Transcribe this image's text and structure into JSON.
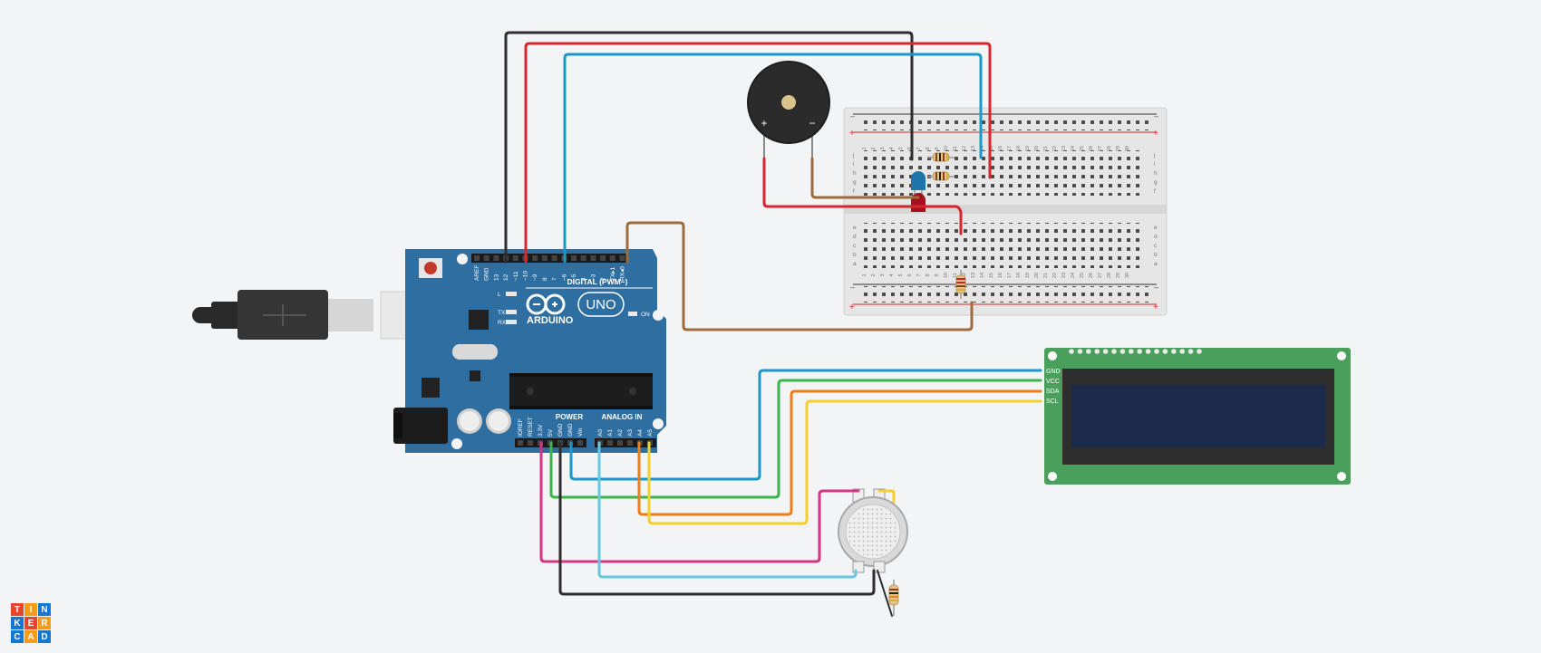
{
  "arduino": {
    "brand": "ARDUINO",
    "model": "UNO",
    "digital_title": "DIGITAL (PWM~)",
    "power_title": "POWER",
    "analog_title": "ANALOG IN",
    "pins_top": [
      "AREF",
      "GND",
      "13",
      "12",
      "~11",
      "~10",
      "~9",
      "8",
      "7",
      "~6",
      "~5",
      "4",
      "~3",
      "2",
      "TX▸1",
      "RX◂0"
    ],
    "pins_power": [
      "IOREF",
      "RESET",
      "3.3V",
      "5V",
      "GND",
      "GND",
      "Vin"
    ],
    "pins_analog": [
      "A0",
      "A1",
      "A2",
      "A3",
      "A4",
      "A5"
    ],
    "leds": [
      "L",
      "TX",
      "RX"
    ],
    "on_label": "ON"
  },
  "lcd": {
    "pins": [
      "GND",
      "VCC",
      "SDA",
      "SCL"
    ]
  },
  "breadboard": {
    "columns": [
      "1",
      "2",
      "3",
      "4",
      "5",
      "6",
      "7",
      "8",
      "9",
      "10",
      "11",
      "12",
      "13",
      "14",
      "15",
      "16",
      "17",
      "18",
      "19",
      "20",
      "21",
      "22",
      "23",
      "24",
      "25",
      "26",
      "27",
      "28",
      "29",
      "30"
    ],
    "rows_top": [
      "j",
      "i",
      "h",
      "g",
      "f"
    ],
    "rows_bottom": [
      "e",
      "d",
      "c",
      "b",
      "a"
    ]
  },
  "buzzer": {
    "plus": "+",
    "minus": "−"
  },
  "logo": {
    "letters": [
      "T",
      "I",
      "N",
      "K",
      "E",
      "R",
      "C",
      "A",
      "D"
    ],
    "colors": [
      "#e8452c",
      "#f59c1a",
      "#1477d1",
      "#1477d1",
      "#e8452c",
      "#f59c1a",
      "#1477d1",
      "#f59c1a",
      "#1477d1"
    ]
  }
}
